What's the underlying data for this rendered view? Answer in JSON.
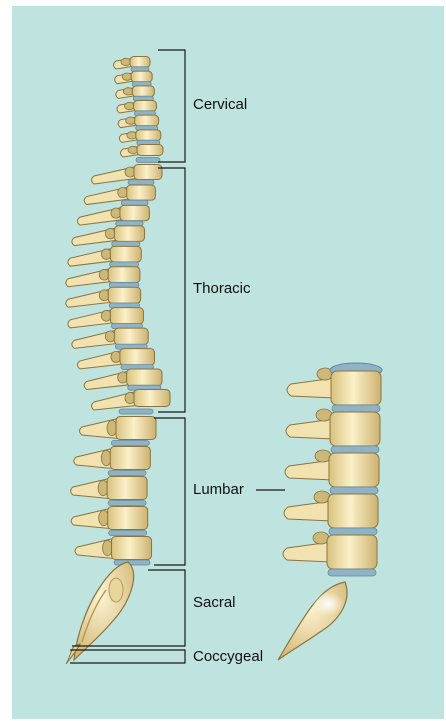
{
  "diagram": {
    "regions": [
      {
        "key": "cervical",
        "label": "Cervical"
      },
      {
        "key": "thoracic",
        "label": "Thoracic"
      },
      {
        "key": "lumbar",
        "label": "Lumbar"
      },
      {
        "key": "sacral",
        "label": "Sacral"
      },
      {
        "key": "coccygeal",
        "label": "Coccygeal"
      }
    ]
  },
  "colors": {
    "background": "#bfe3de",
    "bone": "#f1e2b0",
    "bone_shade": "#cdb878",
    "bone_outline": "#8a7440",
    "disc": "#8fb3c4",
    "bracket": "#1a1a1a"
  }
}
